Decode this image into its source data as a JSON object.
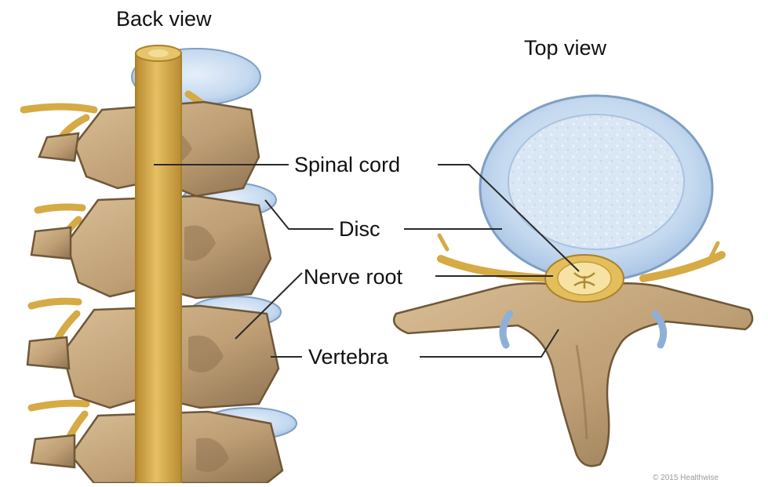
{
  "views": {
    "back": "Back view",
    "top": "Top view"
  },
  "labels": {
    "spinal_cord": "Spinal cord",
    "disc": "Disc",
    "nerve_root": "Nerve root",
    "vertebra": "Vertebra"
  },
  "copyright": "© 2015 Healthwise",
  "colors": {
    "bone": "#c4a57c",
    "bone_shadow": "#8f7452",
    "bone_dark": "#6f5738",
    "nerve": "#dcb24e",
    "nerve_dark": "#a9812a",
    "disc": "#bcd5ee",
    "disc_edge": "#7f9fc4",
    "line": "#2a2a2a"
  }
}
